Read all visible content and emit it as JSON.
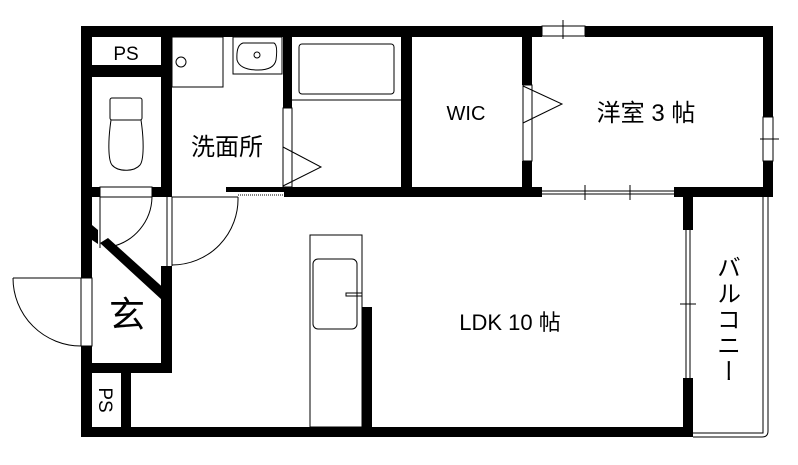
{
  "rooms": {
    "ps_top": "PS",
    "washroom": "洗面所",
    "wic": "WIC",
    "western_room": "洋室 3 帖",
    "ldk": "LDK 10 帖",
    "balcony": "バルコニー",
    "entrance": "玄",
    "ps_bottom": "PS"
  },
  "colors": {
    "wall": "#000000",
    "background": "#ffffff"
  }
}
